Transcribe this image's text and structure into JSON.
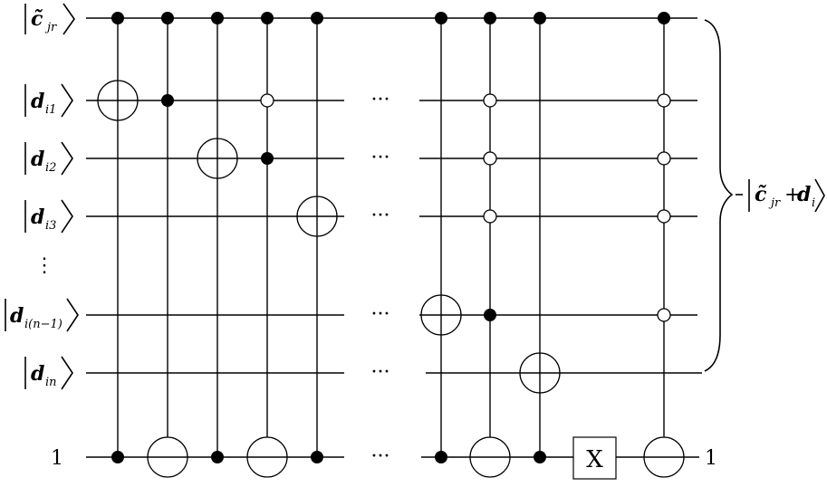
{
  "labels": {
    "c": {
      "main": "c̃",
      "sub": "jr"
    },
    "d1": {
      "main": "d",
      "sub": "i1"
    },
    "d2": {
      "main": "d",
      "sub": "i2"
    },
    "d3": {
      "main": "d",
      "sub": "i3"
    },
    "dn1": {
      "main": "d",
      "sub": "i(n−1)"
    },
    "dn": {
      "main": "d",
      "sub": "in"
    },
    "ancilla_in": "1",
    "ancilla_out": "1",
    "vdots": "⋮",
    "ellipsis": "···"
  },
  "output": {
    "c_main": "c̃",
    "c_sub": "jr",
    "plus": "+",
    "d_main": "d",
    "d_sub": "i"
  },
  "gate": {
    "x_label": "X"
  }
}
